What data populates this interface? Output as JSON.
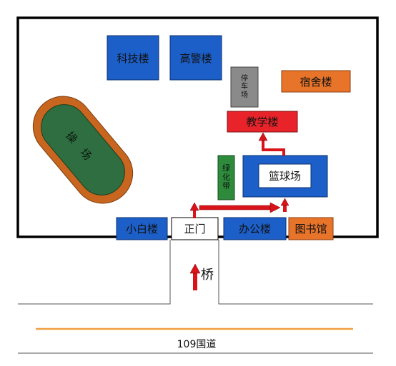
{
  "buildings": {
    "science": "科技楼",
    "gaojing": "高警楼",
    "parking": "停车场",
    "dorm": "宿舍楼",
    "teaching": "教学楼",
    "green_belt": "绿化带",
    "basketball": "篮球场",
    "xiaobai": "小白楼",
    "main_gate": "正门",
    "office": "办公楼",
    "library": "图书馆",
    "playground": "操场"
  },
  "outside": {
    "bridge": "桥",
    "highway": "109国道"
  },
  "colors": {
    "blue": "#1c5fc9",
    "orange": "#e8742a",
    "red": "#e8242a",
    "gray": "#8a8a8a",
    "green": "#2e8b3c",
    "track": "#c8651e",
    "field": "#2f6e40",
    "arrow": "#d8141a",
    "road_line": "#f0a040"
  }
}
